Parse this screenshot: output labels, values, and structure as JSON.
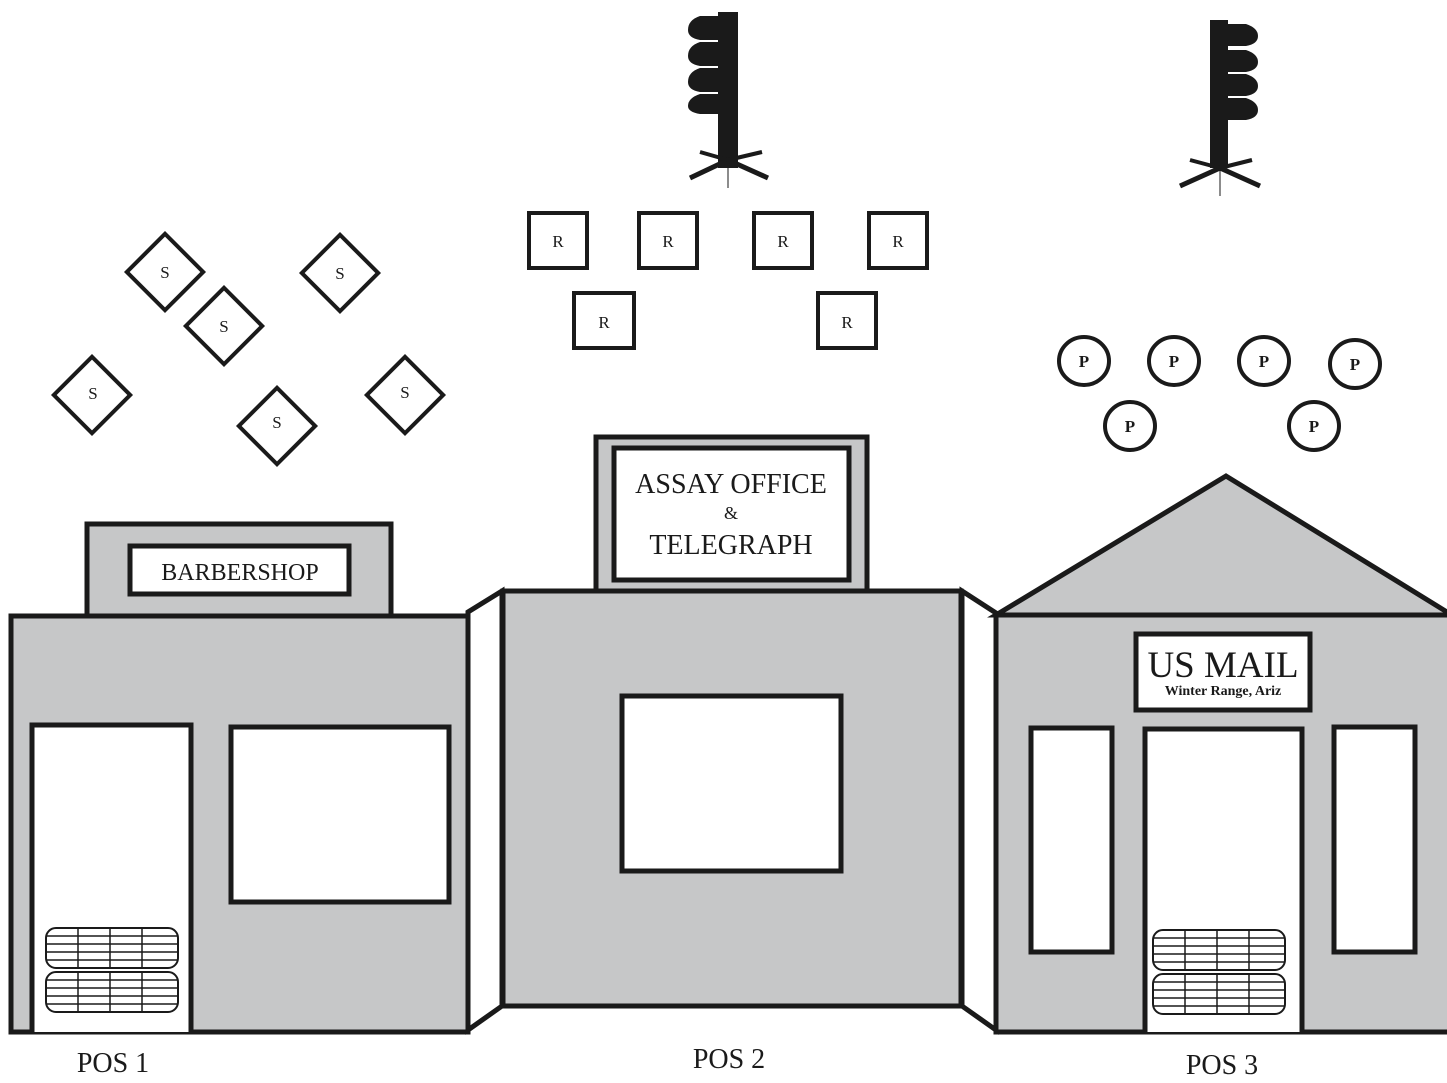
{
  "signs": {
    "barbershop": "BARBERSHOP",
    "assay_line1": "ASSAY OFFICE",
    "assay_line2": "&",
    "assay_line3": "TELEGRAPH",
    "mail_title": "US MAIL",
    "mail_subtitle": "Winter Range, Ariz"
  },
  "positions": [
    "POS 1",
    "POS 2",
    "POS 3"
  ],
  "targets": {
    "shotgun_label": "S",
    "shotgun_count": 6,
    "rifle_label": "R",
    "rifle_count": 6,
    "pistol_label": "P",
    "pistol_count": 6,
    "knockdown_trees": 2
  },
  "colors": {
    "building_fill": "#c6c7c8",
    "ink": "#1a1a1a",
    "background": "#ffffff"
  }
}
